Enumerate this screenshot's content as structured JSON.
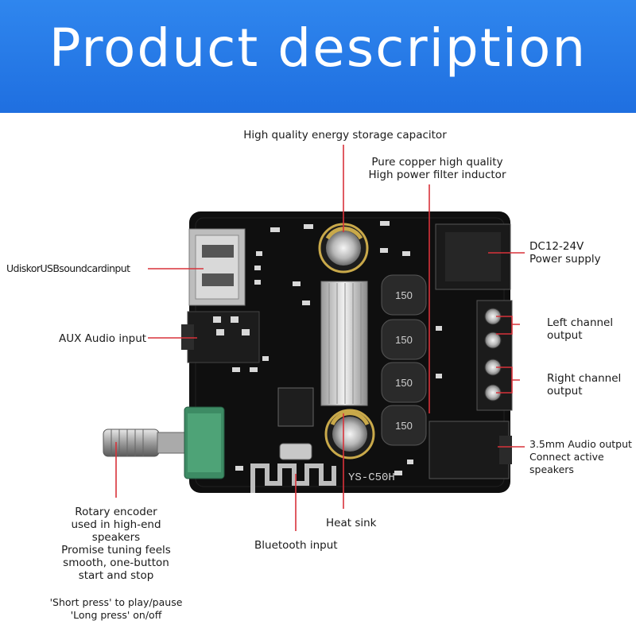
{
  "header": {
    "title": "Product description"
  },
  "labels": {
    "capacitor": "High quality energy storage capacitor",
    "inductor": [
      "Pure copper high quality",
      "High power filter inductor"
    ],
    "usb_input": "UdiskorUSBsoundcardinput",
    "aux_input": "AUX Audio input",
    "power": [
      "DC12-24V",
      "Power supply"
    ],
    "left_channel": [
      "Left channel",
      "output"
    ],
    "right_channel": [
      "Right channel",
      "output"
    ],
    "audio_output": [
      "3.5mm Audio output",
      "Connect active",
      "speakers"
    ],
    "heat_sink": "Heat sink",
    "bluetooth": "Bluetooth input",
    "rotary": [
      "Rotary encoder",
      "used in high-end",
      "speakers",
      "Promise tuning feels",
      "smooth, one-button",
      "start and stop"
    ],
    "press": [
      "'Short press' to play/pause",
      "'Long press' on/off"
    ]
  },
  "board": {
    "model_text": "YS-C50H",
    "inductor_text": "150"
  },
  "colors": {
    "banner": "#2a7ee8",
    "pcb": "#111111",
    "leader_line": "#d8323a",
    "knob_green": "#3d8b64"
  }
}
